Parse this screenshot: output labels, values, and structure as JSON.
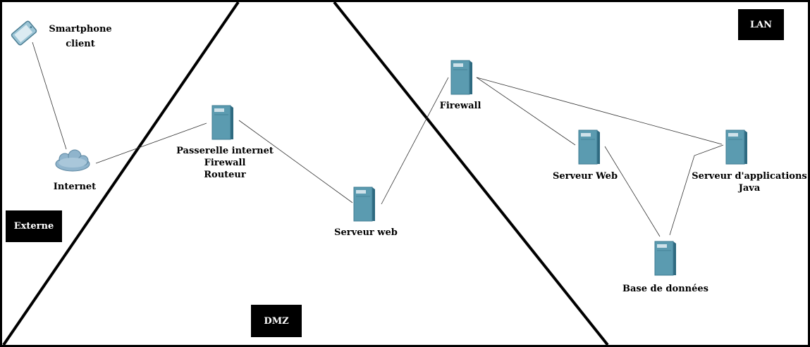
{
  "zones": {
    "externe": "Externe",
    "dmz": "DMZ",
    "lan": "LAN"
  },
  "nodes": {
    "smartphone": {
      "line1": "Smartphone",
      "line2": "client",
      "icon": "smartphone-icon"
    },
    "internet": {
      "label": "Internet",
      "icon": "cloud-icon"
    },
    "gateway": {
      "line1": "Passerelle internet",
      "line2": "Firewall",
      "line3": "Routeur",
      "icon": "server-icon"
    },
    "dmz_web": {
      "label": "Serveur web",
      "icon": "server-icon"
    },
    "firewall": {
      "label": "Firewall",
      "icon": "server-icon"
    },
    "lan_web": {
      "label": "Serveur Web",
      "icon": "server-icon"
    },
    "app_server": {
      "line1": "Serveur d'applications",
      "line2": "Java",
      "icon": "server-icon"
    },
    "database": {
      "label": "Base de données",
      "icon": "server-icon"
    }
  },
  "colors": {
    "server_front": "#5b9bb0",
    "server_side": "#2e6a80",
    "cloud": "#8fb4cc",
    "zone_tag_bg": "#000000"
  }
}
